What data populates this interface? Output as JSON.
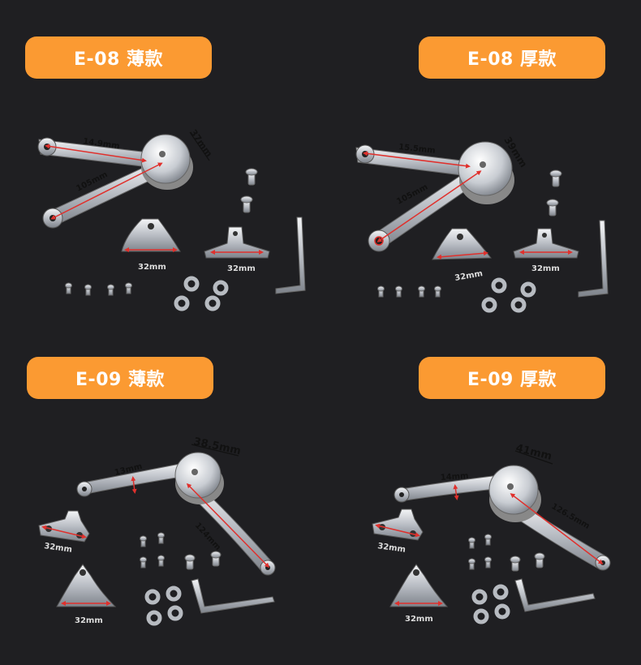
{
  "colors": {
    "background": "#1f1f22",
    "label_bg": "#fb9a32",
    "dimension_red": "#e0302c",
    "metal": "#c9cdd3"
  },
  "panels": [
    {
      "title": "E-08 薄款",
      "dims": {
        "short_arm": "14.9mm",
        "long_arm": "105mm",
        "disc": "37mm",
        "bracket_a": "32mm",
        "bracket_b": "32mm"
      }
    },
    {
      "title": "E-08 厚款",
      "dims": {
        "short_arm": "15.5mm",
        "long_arm": "105mm",
        "disc": "39mm",
        "bracket_a": "32mm",
        "bracket_b": "32mm"
      }
    },
    {
      "title": "E-09 薄款",
      "dims": {
        "short_arm": "13mm",
        "long_arm": "124mm",
        "disc": "38.5mm",
        "bracket_a": "32mm",
        "bracket_b": "32mm"
      }
    },
    {
      "title": "E-09 厚款",
      "dims": {
        "short_arm": "14mm",
        "long_arm": "126.5mm",
        "disc": "41mm",
        "bracket_a": "32mm",
        "bracket_b": "32mm"
      }
    }
  ]
}
